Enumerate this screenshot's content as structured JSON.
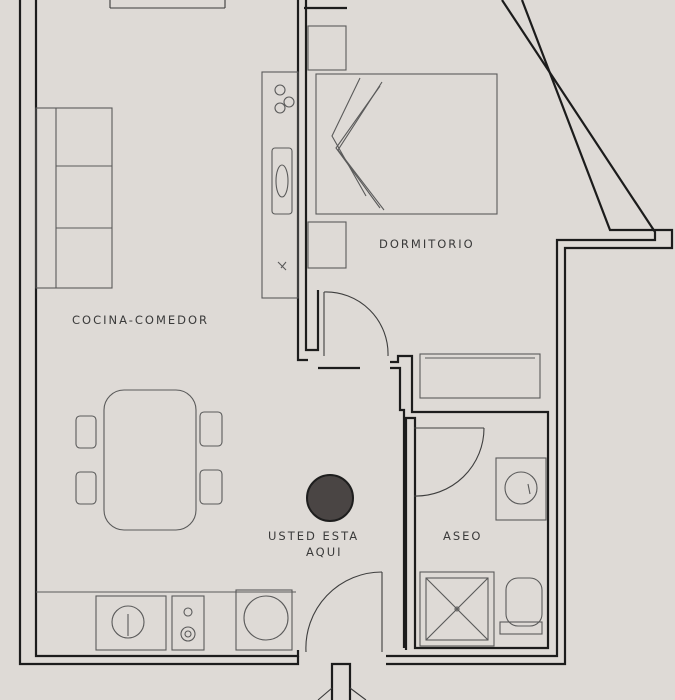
{
  "rooms": {
    "kitchen_dining": "COCINA-COMEDOR",
    "bedroom": "DORMITORIO",
    "bathroom": "ASEO"
  },
  "marker": {
    "line1": "USTED ESTA",
    "line2": "AQUI",
    "color": "#4a4544"
  },
  "colors": {
    "background": "#dedad6",
    "wall": "#1c1c1c",
    "text": "#3a3a3a"
  }
}
